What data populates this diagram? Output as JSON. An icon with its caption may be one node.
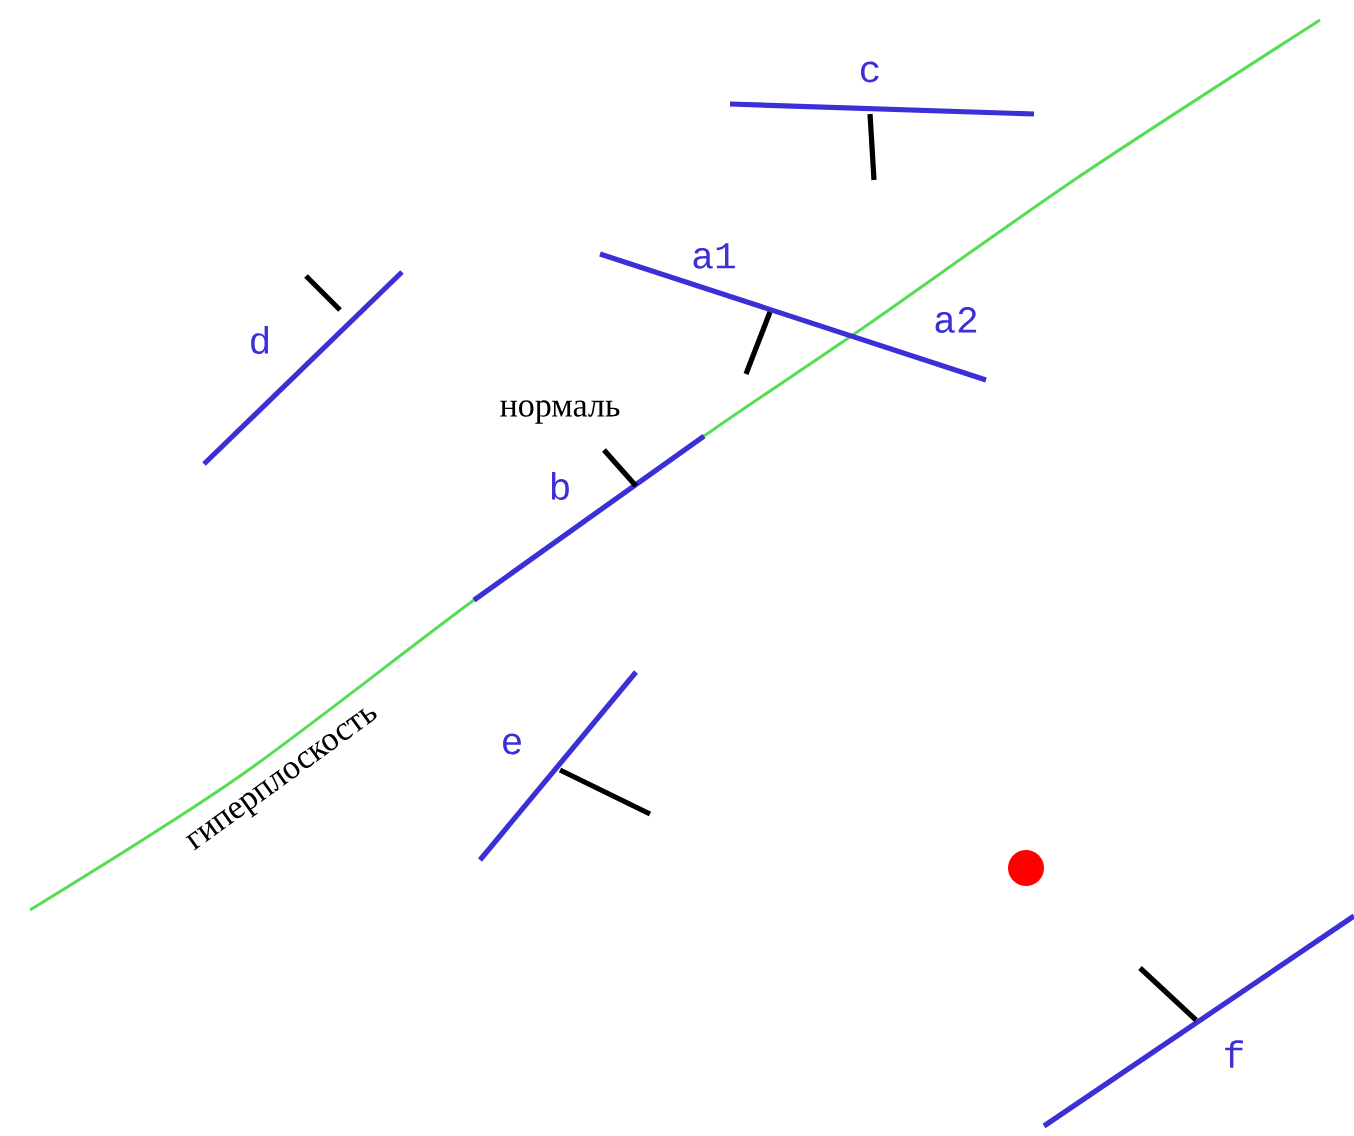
{
  "diagram": {
    "labels": [
      "c",
      "a1",
      "a2",
      "d",
      "нормаль",
      "b",
      "гиперплоскость",
      "e",
      "f"
    ]
  }
}
